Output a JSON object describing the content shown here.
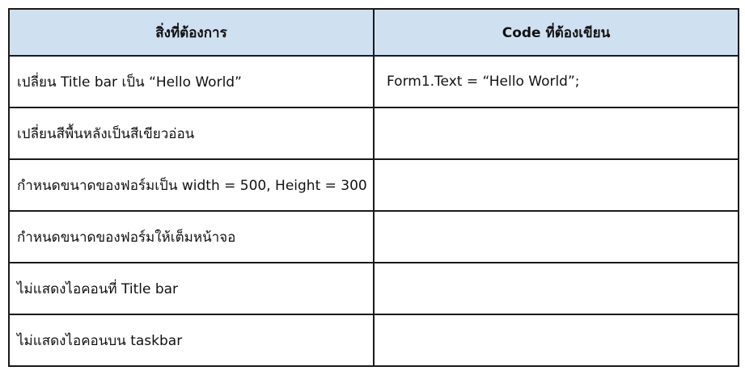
{
  "table": {
    "headers": {
      "task": "สิ่งที่ต้องการ",
      "code": "Code ที่ต้องเขียน"
    },
    "rows": [
      {
        "task": "เปลี่ยน  Title bar เป็น “Hello World”",
        "code": "Form1.Text = “Hello World”;"
      },
      {
        "task": "เปลี่ยนสีพื้นหลังเป็นสีเขียวอ่อน",
        "code": ""
      },
      {
        "task": "กำหนดขนาดของฟอร์มเป็น width = 500, Height = 300",
        "code": ""
      },
      {
        "task": "กำหนดขนาดของฟอร์มให้เต็มหน้าจอ",
        "code": ""
      },
      {
        "task": "ไม่แสดงไอคอนที่ Title bar",
        "code": ""
      },
      {
        "task": "ไม่แสดงไอคอนบน taskbar",
        "code": ""
      }
    ]
  }
}
